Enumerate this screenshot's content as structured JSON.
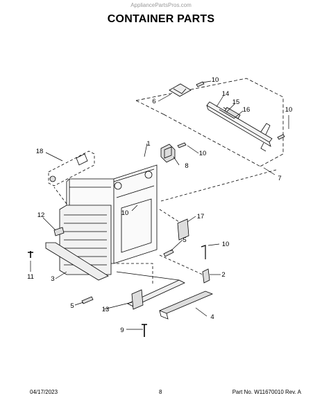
{
  "header": {
    "watermark": "AppliancePartsPros.com",
    "title": "CONTAINER PARTS"
  },
  "callouts": {
    "c1": "1",
    "c2": "2",
    "c3": "3",
    "c4": "4",
    "c5a": "5",
    "c5b": "5",
    "c6": "6",
    "c7": "7",
    "c8": "8",
    "c9": "9",
    "c10a": "10",
    "c10b": "10",
    "c10c": "10",
    "c10d": "10",
    "c10e": "10",
    "c11": "11",
    "c12": "12",
    "c13": "13",
    "c14": "14",
    "c15": "15",
    "c16": "16",
    "c17": "17",
    "c18": "18"
  },
  "footer": {
    "date": "04/17/2023",
    "page": "8",
    "part": "Part No. W11670010  Rev. A"
  }
}
